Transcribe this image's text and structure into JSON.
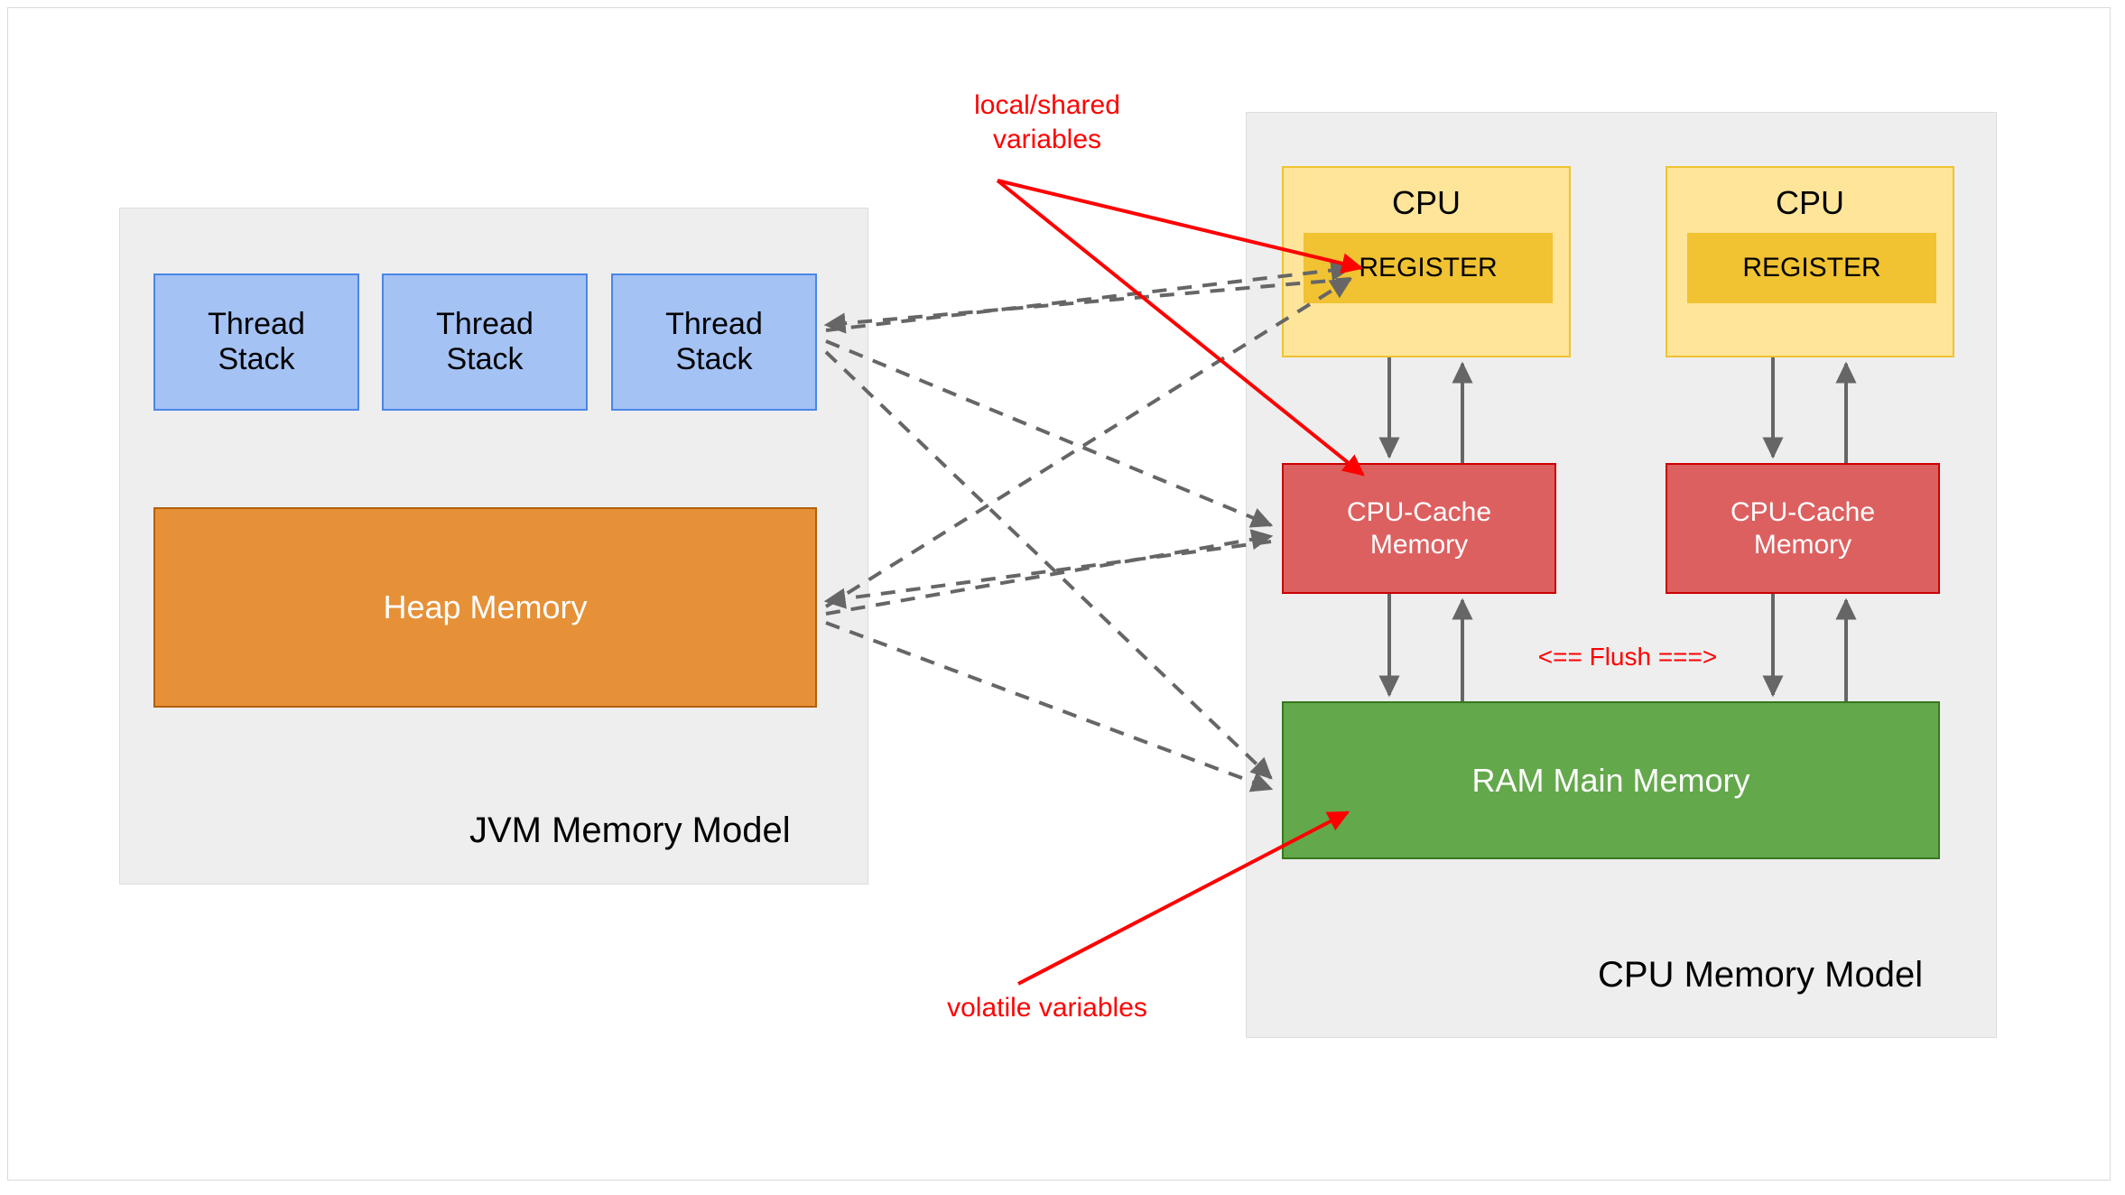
{
  "diagram": {
    "title": "JVM Memory Model and CPU Memory Model",
    "colors": {
      "thread_stack_fill": "#a4c2f4",
      "thread_stack_border": "#4a86e8",
      "heap_fill": "#e69138",
      "heap_border": "#b45f06",
      "cpu_fill": "#ffe599",
      "cpu_border": "#f1c232",
      "register_fill": "#f1c232",
      "cache_fill": "#dd6060",
      "cache_border": "#cc0000",
      "ram_fill": "#64a84c",
      "ram_border": "#38761d",
      "group_fill": "#eeeeee",
      "group_border": "#dddddd",
      "annotation": "#ff0000",
      "connector": "#666666"
    }
  },
  "jvm": {
    "label": "JVM Memory Model",
    "thread_stacks": [
      {
        "label": "Thread\nStack"
      },
      {
        "label": "Thread\nStack"
      },
      {
        "label": "Thread\nStack"
      }
    ],
    "heap": {
      "label": "Heap Memory"
    }
  },
  "cpu": {
    "label": "CPU Memory Model",
    "cpus": [
      {
        "title": "CPU",
        "register": "REGISTER",
        "cache": "CPU-Cache\nMemory"
      },
      {
        "title": "CPU",
        "register": "REGISTER",
        "cache": "CPU-Cache\nMemory"
      }
    ],
    "ram": {
      "label": "RAM Main Memory"
    },
    "flush_label": "<== Flush ===>"
  },
  "annotations": {
    "local_shared": "local/shared\nvariables",
    "volatile": "volatile variables"
  }
}
